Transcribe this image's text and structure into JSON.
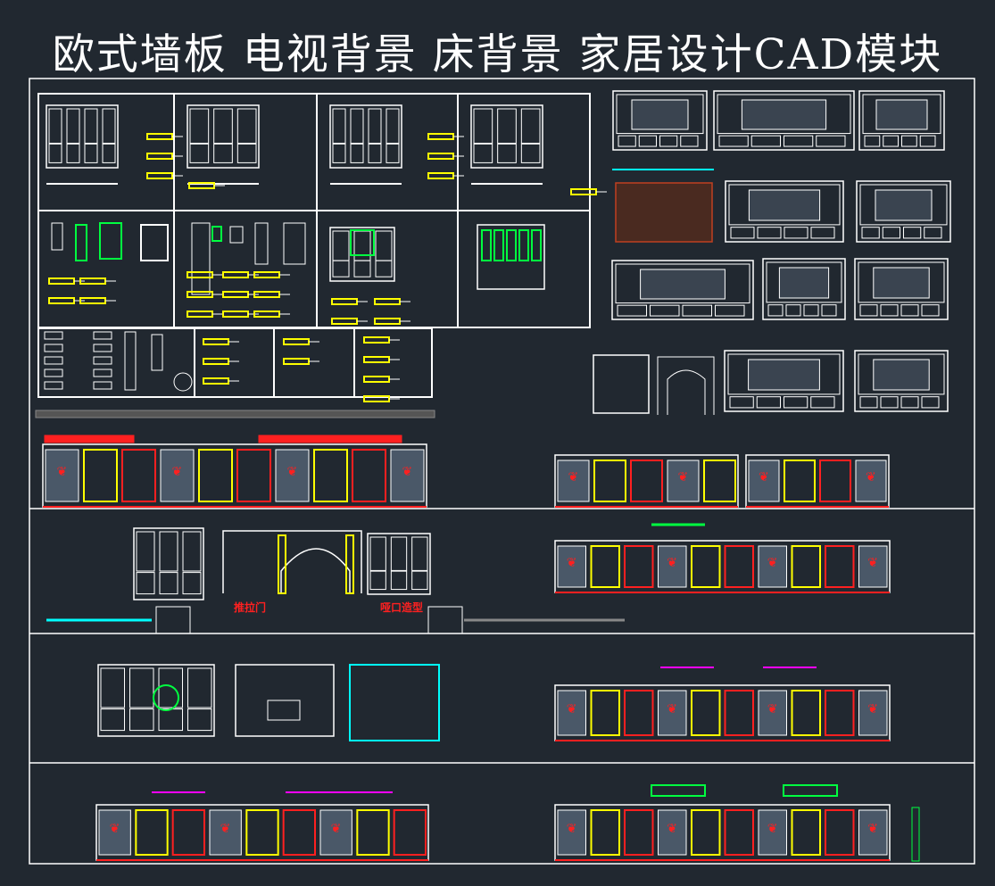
{
  "title": "欧式墙板 电视背景 床背景 家居设计CAD模块",
  "labels": {
    "sliding_door": "推拉门",
    "opening_shape": "哑口造型"
  },
  "colors": {
    "background": "#212830",
    "line": "#ffffff",
    "accent_red": "#ff2020",
    "accent_yellow": "#ffff00",
    "accent_green": "#00ff40",
    "accent_cyan": "#00ffff",
    "accent_magenta": "#ff00ff",
    "panel_fill": "#4a5868"
  }
}
